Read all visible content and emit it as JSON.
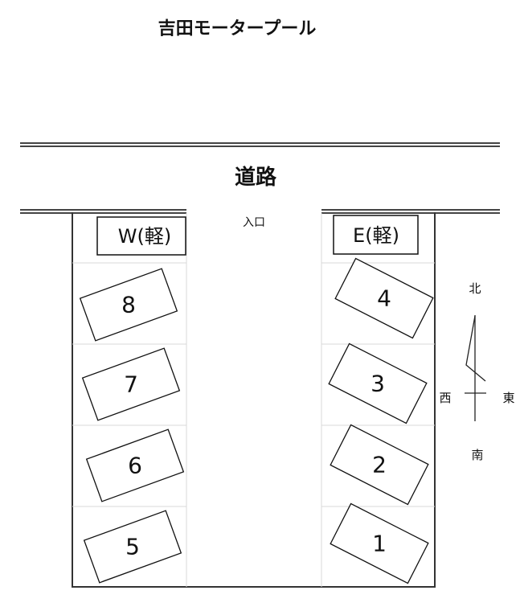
{
  "title": "吉田モータープール",
  "road_label": "道路",
  "entrance_label": "入口",
  "west_label": "W(軽)",
  "east_label": "E(軽)",
  "west_spaces": [
    "8",
    "7",
    "6",
    "5"
  ],
  "east_spaces": [
    "4",
    "3",
    "2",
    "1"
  ],
  "compass": {
    "north": "北",
    "south": "南",
    "east": "東",
    "west": "西"
  }
}
